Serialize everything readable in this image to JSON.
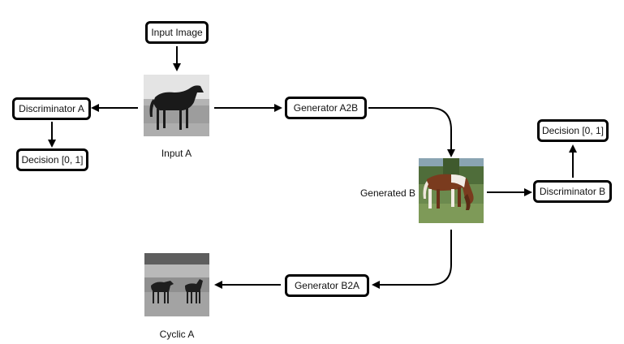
{
  "nodes": {
    "input_image": "Input Image",
    "discriminator_a": "Discriminator A",
    "decision_a": "Decision [0, 1]",
    "generator_a2b": "Generator A2B",
    "decision_b": "Decision [0, 1]",
    "discriminator_b": "Discriminator B",
    "generator_b2a": "Generator B2A"
  },
  "captions": {
    "input_a": "Input A",
    "generated_b": "Generated B",
    "cyclic_a": "Cyclic A"
  }
}
